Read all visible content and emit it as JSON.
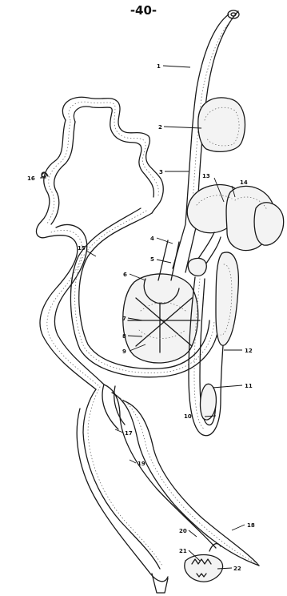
{
  "page_number": "-40-",
  "labels": {
    "l1": "1",
    "l2": "2",
    "l3": "3",
    "l4": "4",
    "l5": "5",
    "l6": "6",
    "l7": "7",
    "l8": "8",
    "l9": "9",
    "l10": "10",
    "l11": "11",
    "l12": "12",
    "l13": "13",
    "l14": "14",
    "l15": "15",
    "l16": "16",
    "l17": "17",
    "l18": "18",
    "l19": "19",
    "l20": "20",
    "l21": "21",
    "l22": "22"
  }
}
